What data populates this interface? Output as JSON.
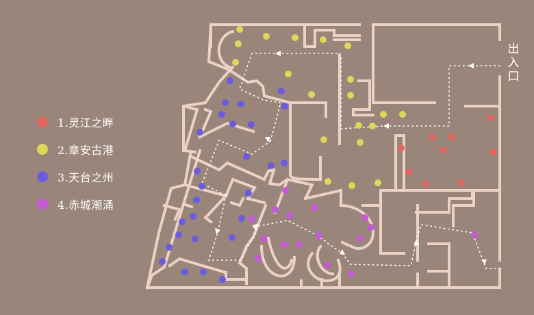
{
  "legend": [
    {
      "label": "1.灵江之畔",
      "color": "#e2655f"
    },
    {
      "label": "2.章安古港",
      "color": "#dfd757"
    },
    {
      "label": "3.天台之州",
      "color": "#6a5be0"
    },
    {
      "label": "4.赤城潮涌",
      "color": "#c45ad8"
    }
  ],
  "exit": {
    "chars": [
      "出",
      "入",
      "口"
    ]
  },
  "points": {
    "zone1": [
      [
        717,
        172
      ],
      [
        632,
        200
      ],
      [
        660,
        200
      ],
      [
        647,
        219
      ],
      [
        720,
        222
      ],
      [
        586,
        216
      ],
      [
        597,
        251
      ],
      [
        622,
        268
      ],
      [
        673,
        267
      ]
    ],
    "zone2": [
      [
        350,
        43
      ],
      [
        389,
        53
      ],
      [
        431,
        55
      ],
      [
        472,
        58
      ],
      [
        508,
        67
      ],
      [
        348,
        64
      ],
      [
        344,
        91
      ],
      [
        421,
        108
      ],
      [
        455,
        138
      ],
      [
        512,
        116
      ],
      [
        512,
        139
      ],
      [
        560,
        167
      ],
      [
        588,
        167
      ],
      [
        524,
        183
      ],
      [
        544,
        184
      ],
      [
        473,
        204
      ],
      [
        526,
        208
      ],
      [
        479,
        265
      ],
      [
        514,
        271
      ],
      [
        552,
        267
      ]
    ],
    "zone3": [
      [
        336,
        118
      ],
      [
        411,
        133
      ],
      [
        329,
        150
      ],
      [
        352,
        152
      ],
      [
        416,
        155
      ],
      [
        324,
        167
      ],
      [
        340,
        181
      ],
      [
        367,
        182
      ],
      [
        292,
        193
      ],
      [
        360,
        229
      ],
      [
        396,
        242
      ],
      [
        415,
        238
      ],
      [
        288,
        250
      ],
      [
        295,
        272
      ],
      [
        363,
        282
      ],
      [
        287,
        292
      ],
      [
        282,
        316
      ],
      [
        266,
        324
      ],
      [
        353,
        319
      ],
      [
        261,
        343
      ],
      [
        285,
        349
      ],
      [
        339,
        347
      ],
      [
        247,
        361
      ],
      [
        237,
        382
      ],
      [
        270,
        397
      ],
      [
        297,
        397
      ],
      [
        325,
        408
      ]
    ],
    "zone4": [
      [
        417,
        278
      ],
      [
        459,
        303
      ],
      [
        402,
        306
      ],
      [
        423,
        315
      ],
      [
        368,
        320
      ],
      [
        533,
        318
      ],
      [
        542,
        332
      ],
      [
        385,
        349
      ],
      [
        466,
        344
      ],
      [
        526,
        348
      ],
      [
        415,
        357
      ],
      [
        437,
        357
      ],
      [
        377,
        377
      ],
      [
        478,
        387
      ],
      [
        513,
        400
      ],
      [
        693,
        343
      ]
    ]
  }
}
